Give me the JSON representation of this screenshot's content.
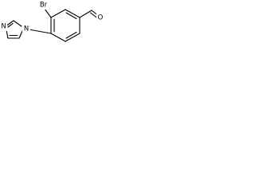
{
  "molecule": {
    "atoms": {
      "bromine": "Br",
      "imidazole_nitrogen_attached": "N",
      "imidazole_nitrogen_free": "N",
      "aldehyde_oxygen": "O"
    }
  }
}
